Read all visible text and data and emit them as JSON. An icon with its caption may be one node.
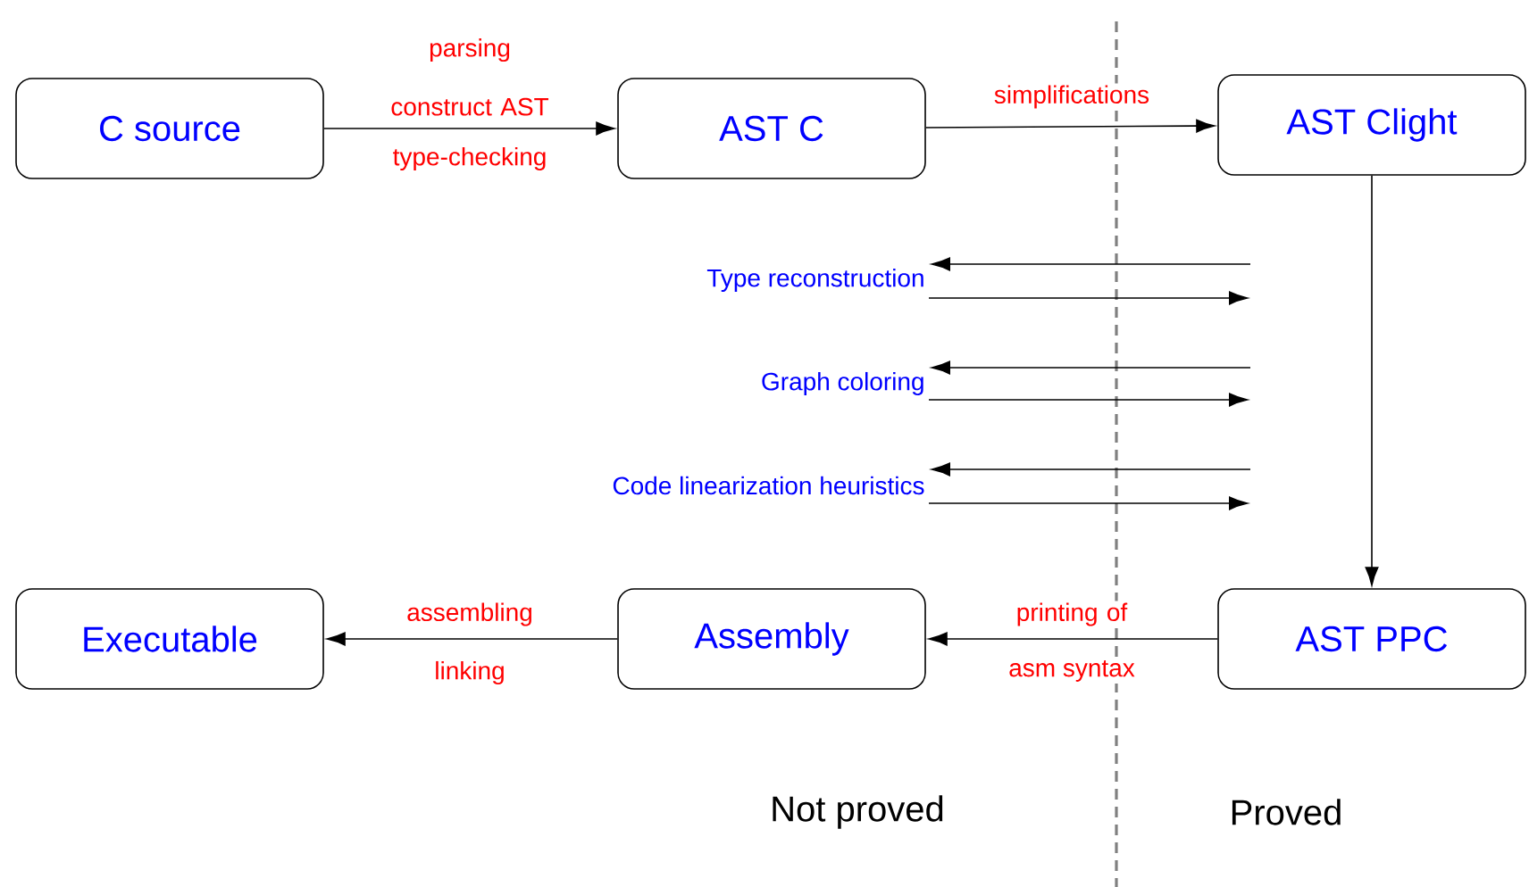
{
  "diagram": {
    "nodes": [
      {
        "text": [
          "C source"
        ]
      },
      {
        "text": [
          "AST C"
        ]
      },
      {
        "text": [
          "AST Clight"
        ]
      },
      {
        "text": [
          "AST PPC"
        ]
      },
      {
        "text": [
          "Assembly"
        ]
      },
      {
        "text": [
          "Executable"
        ]
      },
      {
        "text": [
          "Type reconstruction"
        ]
      },
      {
        "text": [
          "Graph coloring"
        ]
      },
      {
        "text": [
          "Code linearization heuristics"
        ]
      }
    ],
    "edges": [
      {
        "from": 0,
        "to": 1,
        "arrow": "to",
        "label": "parsing construct AST"
      },
      {
        "from": 1,
        "to": 2,
        "arrow": "to",
        "label": "simplifications"
      },
      {
        "from": 2,
        "to": 3,
        "arrow": "to"
      },
      {
        "from": 3,
        "to": 4,
        "arrow": "to",
        "label": "printing of"
      },
      {
        "from": 4,
        "to": 5,
        "arrow": "to",
        "label": "assembling"
      },
      {
        "from": null,
        "to": 6,
        "arrow": "to"
      },
      {
        "from": 6,
        "to": null,
        "arrow": "to"
      },
      {
        "from": null,
        "to": 7,
        "arrow": "to"
      },
      {
        "from": 7,
        "to": null,
        "arrow": "to"
      },
      {
        "from": null,
        "to": 8,
        "arrow": "to"
      },
      {
        "from": 8,
        "to": null,
        "arrow": "to"
      }
    ],
    "labels": [
      "type-checking",
      "asm syntax",
      "linking",
      "Not proved",
      "Proved"
    ]
  }
}
